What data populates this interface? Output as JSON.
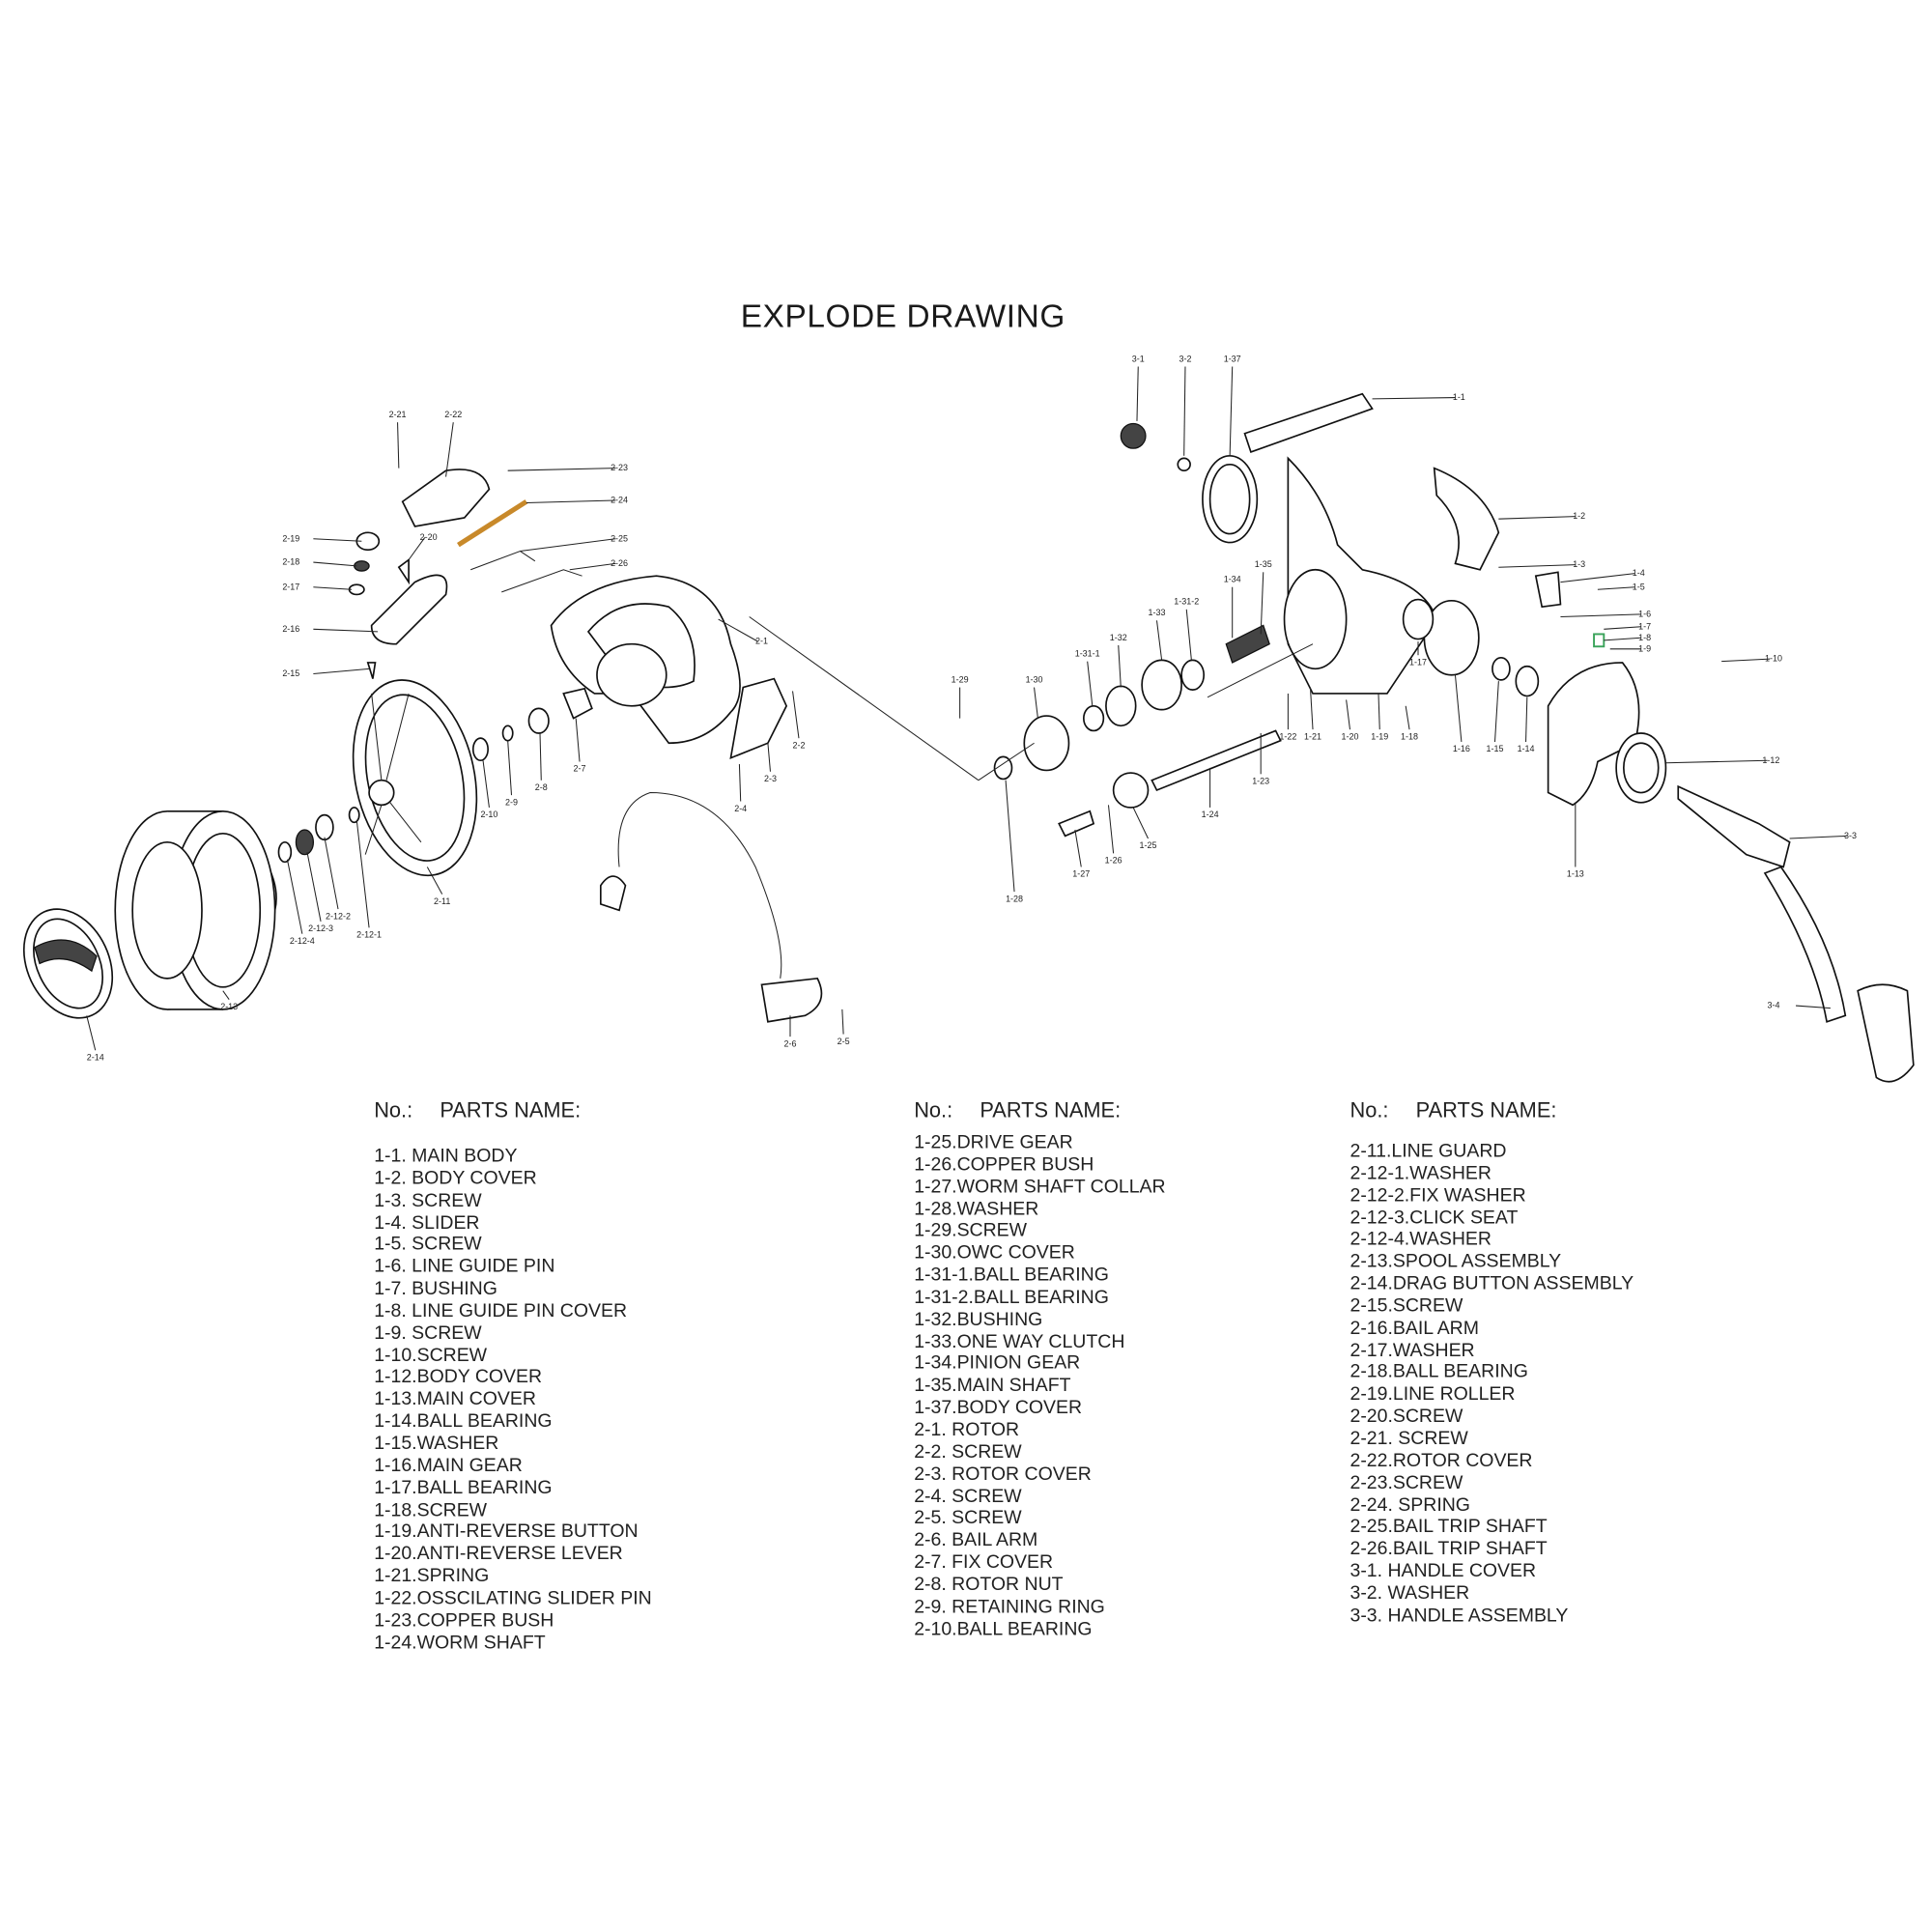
{
  "title": "EXPLODE  DRAWING",
  "callouts": [
    "2-21",
    "2-22",
    "2-23",
    "2-24",
    "2-25",
    "2-26",
    "2-19",
    "2-18",
    "2-17",
    "2-20",
    "2-16",
    "2-15",
    "2-1",
    "2-2",
    "2-3",
    "2-4",
    "2-7",
    "2-8",
    "2-9",
    "2-10",
    "2-11",
    "2-12-1",
    "2-12-2",
    "2-12-3",
    "2-12-4",
    "2-13",
    "2-14",
    "2-6",
    "2-5",
    "3-1",
    "3-2",
    "1-37",
    "1-1",
    "1-2",
    "1-3",
    "1-4",
    "1-5",
    "1-6",
    "1-7",
    "1-8",
    "1-9",
    "1-10",
    "1-12",
    "1-13",
    "3-3",
    "3-4",
    "1-14",
    "1-15",
    "1-16",
    "1-17",
    "1-18",
    "1-19",
    "1-20",
    "1-21",
    "1-22",
    "1-23",
    "1-24",
    "1-25",
    "1-26",
    "1-27",
    "1-28",
    "1-29",
    "1-30",
    "1-31-1",
    "1-32",
    "1-33",
    "1-31-2",
    "1-34",
    "1-35"
  ],
  "columns": [
    {
      "no_label": "No.:",
      "name_label": "PARTS NAME:",
      "items": [
        "1-1. MAIN BODY",
        "1-2. BODY COVER",
        "1-3. SCREW",
        "1-4. SLIDER",
        "1-5. SCREW",
        "1-6. LINE GUIDE PIN",
        "1-7. BUSHING",
        "1-8. LINE GUIDE PIN COVER",
        "1-9. SCREW",
        "1-10.SCREW",
        "1-12.BODY COVER",
        "1-13.MAIN COVER",
        "1-14.BALL BEARING",
        "1-15.WASHER",
        "1-16.MAIN GEAR",
        "1-17.BALL BEARING",
        "1-18.SCREW",
        "1-19.ANTI-REVERSE BUTTON",
        "1-20.ANTI-REVERSE LEVER",
        "1-21.SPRING",
        "1-22.OSSCILATING SLIDER PIN",
        "1-23.COPPER BUSH",
        "1-24.WORM SHAFT"
      ]
    },
    {
      "no_label": "No.:",
      "name_label": "PARTS NAME:",
      "items": [
        "1-25.DRIVE GEAR",
        "1-26.COPPER BUSH",
        "1-27.WORM SHAFT COLLAR",
        "1-28.WASHER",
        "1-29.SCREW",
        "1-30.OWC COVER",
        "1-31-1.BALL BEARING",
        "1-31-2.BALL BEARING",
        "1-32.BUSHING",
        "1-33.ONE WAY CLUTCH",
        "1-34.PINION GEAR",
        "1-35.MAIN SHAFT",
        "1-37.BODY COVER",
        "2-1. ROTOR",
        "2-2. SCREW",
        "2-3. ROTOR COVER",
        "2-4. SCREW",
        "2-5. SCREW",
        "2-6. BAIL ARM",
        "2-7. FIX COVER",
        "2-8. ROTOR NUT",
        "2-9. RETAINING RING",
        "2-10.BALL BEARING"
      ]
    },
    {
      "no_label": "No.:",
      "name_label": "PARTS NAME:",
      "items": [
        "2-11.LINE GUARD",
        "2-12-1.WASHER",
        "2-12-2.FIX WASHER",
        "2-12-3.CLICK SEAT",
        "2-12-4.WASHER",
        "2-13.SPOOL ASSEMBLY",
        "2-14.DRAG BUTTON ASSEMBLY",
        "2-15.SCREW",
        "2-16.BAIL ARM",
        "2-17.WASHER",
        "2-18.BALL BEARING",
        "2-19.LINE ROLLER",
        "2-20.SCREW",
        "2-21. SCREW",
        "2-22.ROTOR COVER",
        "2-23.SCREW",
        "2-24. SPRING",
        "2-25.BAIL TRIP SHAFT",
        "2-26.BAIL TRIP SHAFT",
        "3-1. HANDLE COVER",
        "3-2. WASHER",
        "3-3. HANDLE ASSEMBLY"
      ]
    }
  ],
  "colors": {
    "ink": "#111111",
    "spring": "#c8892a",
    "highlight": "#3aa35a"
  }
}
